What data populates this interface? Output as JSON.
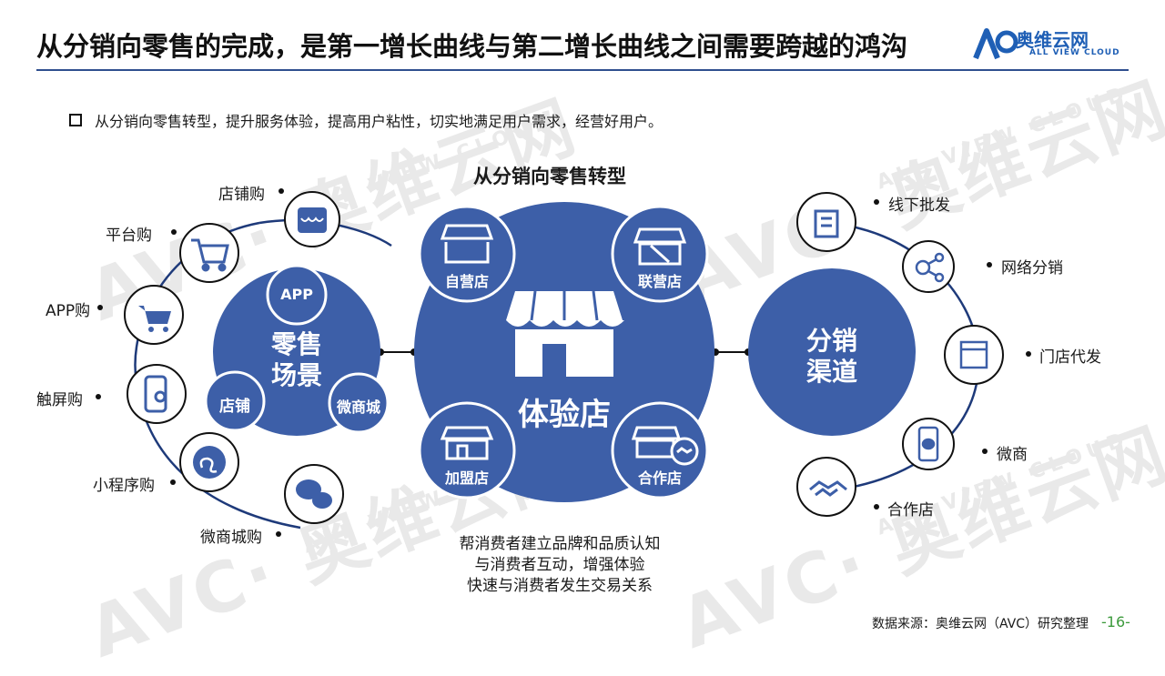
{
  "title": "从分销向零售的完成，是第一增长曲线与第二增长曲线之间需要跨越的鸿沟",
  "logo": {
    "brand": "奥维云网",
    "sub": "ALL VIEW CLOUD",
    "mark": "AVC"
  },
  "bullet": "从分销向零售转型，提升服务体验，提高用户粘性，切实地满足用户需求，经营好用户。",
  "center_title": "从分销向零售转型",
  "retail": {
    "hub_label_1": "零售",
    "hub_label_2": "场景",
    "sub_nodes": [
      "APP",
      "店铺",
      "微商城"
    ],
    "channels": [
      "店铺购",
      "平台购",
      "APP购",
      "触屏购",
      "小程序购",
      "微商城购"
    ]
  },
  "experience": {
    "hub_label": "体验店",
    "store_types": [
      "自营店",
      "联营店",
      "加盟店",
      "合作店"
    ]
  },
  "distribution": {
    "hub_label_1": "分销",
    "hub_label_2": "渠道",
    "channels": [
      "线下批发",
      "网络分销",
      "门店代发",
      "微商",
      "合作店"
    ]
  },
  "benefits": [
    "帮消费者建立品牌和品质认知",
    "与消费者互动，增强体验",
    "快速与消费者发生交易关系"
  ],
  "footer": {
    "source": "数据来源：奥维云网（AVC）研究整理",
    "page": "-16-"
  },
  "colors": {
    "primary": "#3d5fa8",
    "dark_navy": "#1e3a7a",
    "title_rule": "#2f4f8f",
    "page_number": "#3c9a3c"
  }
}
